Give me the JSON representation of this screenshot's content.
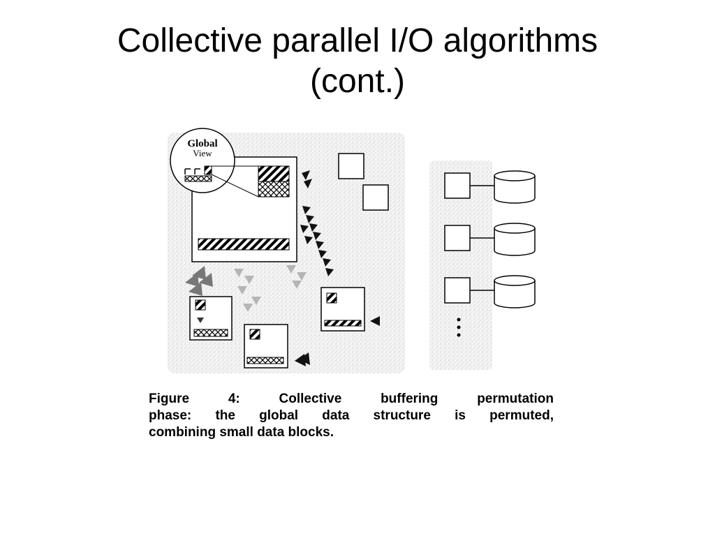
{
  "slide": {
    "title_line1": "Collective parallel I/O algorithms",
    "title_line2": "(cont.)"
  },
  "figure": {
    "inset_label_line1": "Global",
    "inset_label_line2": "View",
    "caption_line1": [
      "Figure",
      "4:",
      "Collective",
      "buffering",
      "permutation"
    ],
    "caption_line2": [
      "phase:",
      "the",
      "global",
      "data",
      "structure",
      "is",
      "permuted,"
    ],
    "caption_line3": "combining small data blocks."
  }
}
